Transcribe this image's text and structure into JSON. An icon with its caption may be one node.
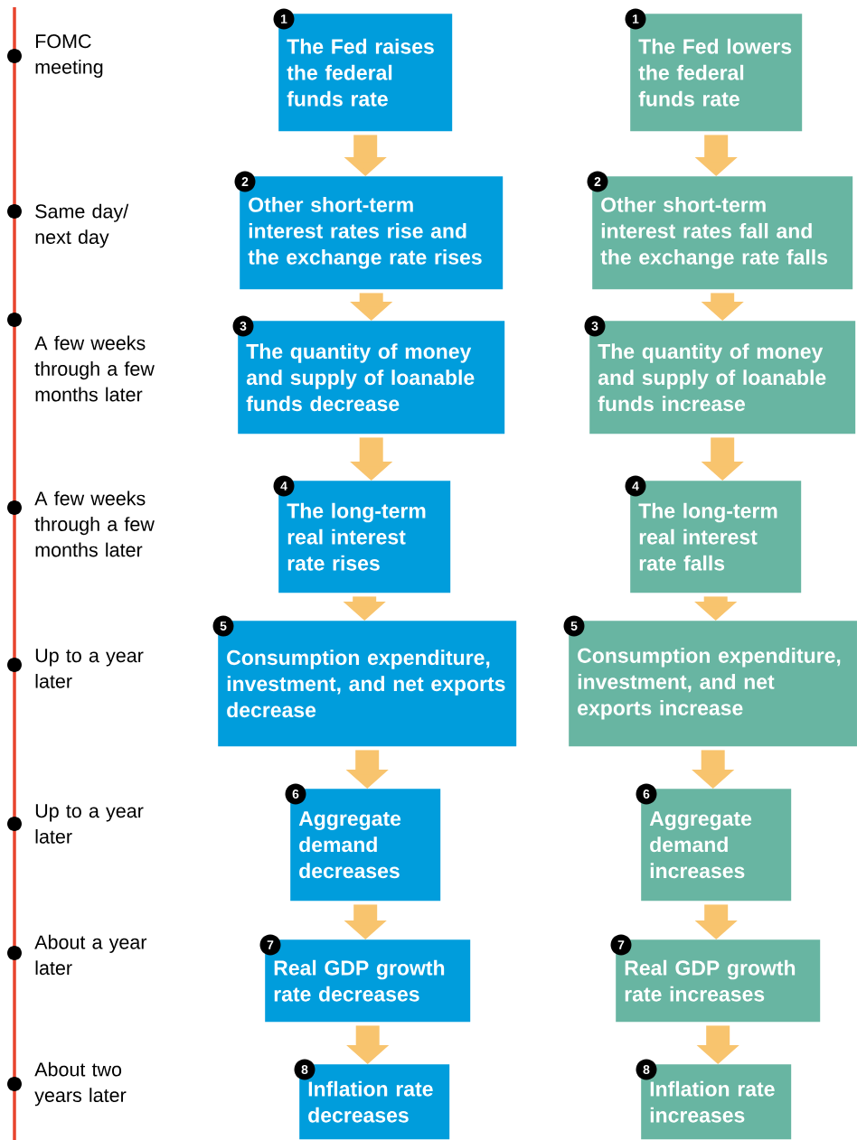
{
  "diagram": {
    "nodes": [
      {
        "text": [
          "1",
          "The Fed raises the federal funds rate"
        ]
      },
      {
        "text": [
          "2",
          "Other short-term interest rates rise and the exchange rate rises"
        ]
      },
      {
        "text": [
          "3",
          "The quantity of money and supply of loanable funds decrease"
        ]
      },
      {
        "text": [
          "4",
          "The long-term real interest rate rises"
        ]
      },
      {
        "text": [
          "5",
          "Consumption expenditure, investment, and net exports decrease"
        ]
      },
      {
        "text": [
          "6",
          "Aggregate demand decreases"
        ]
      },
      {
        "text": [
          "7",
          "Real GDP growth rate decreases"
        ]
      },
      {
        "text": [
          "8",
          "Inflation rate decreases"
        ]
      },
      {
        "text": [
          "1",
          "The Fed lowers the federal funds rate"
        ]
      },
      {
        "text": [
          "2",
          "Other short-term interest rates fall and the exchange rate falls"
        ]
      },
      {
        "text": [
          "3",
          "The quantity of money and supply of loanable funds increase"
        ]
      },
      {
        "text": [
          "4",
          "The long-term real interest rate falls"
        ]
      },
      {
        "text": [
          "5",
          "Consumption expenditure, investment, and net exports increase"
        ]
      },
      {
        "text": [
          "6",
          "Aggregate demand increases"
        ]
      },
      {
        "text": [
          "7",
          "Real GDP growth rate increases"
        ]
      },
      {
        "text": [
          "8",
          "Inflation rate increases"
        ]
      }
    ],
    "edges": [
      {
        "from": 0,
        "to": 1,
        "arrow": "to"
      },
      {
        "from": 1,
        "to": 2,
        "arrow": "to"
      },
      {
        "from": 2,
        "to": 3,
        "arrow": "to"
      },
      {
        "from": 3,
        "to": 4,
        "arrow": "to"
      },
      {
        "from": 4,
        "to": 5,
        "arrow": "to"
      },
      {
        "from": 5,
        "to": 6,
        "arrow": "to"
      },
      {
        "from": 6,
        "to": 7,
        "arrow": "to"
      },
      {
        "from": 8,
        "to": 9,
        "arrow": "to"
      },
      {
        "from": 9,
        "to": 10,
        "arrow": "to"
      },
      {
        "from": 10,
        "to": 11,
        "arrow": "to"
      },
      {
        "from": 11,
        "to": 12,
        "arrow": "to"
      },
      {
        "from": 12,
        "to": 13,
        "arrow": "to"
      },
      {
        "from": 13,
        "to": 14,
        "arrow": "to"
      },
      {
        "from": 14,
        "to": 15,
        "arrow": "to"
      }
    ],
    "labels": [
      "FOMC meeting",
      "Same day/ next day",
      "A few weeks through a few months later",
      "A few weeks through a few months later",
      "Up to a year later",
      "Up to a year later",
      "About a year later",
      "About two years later"
    ]
  }
}
